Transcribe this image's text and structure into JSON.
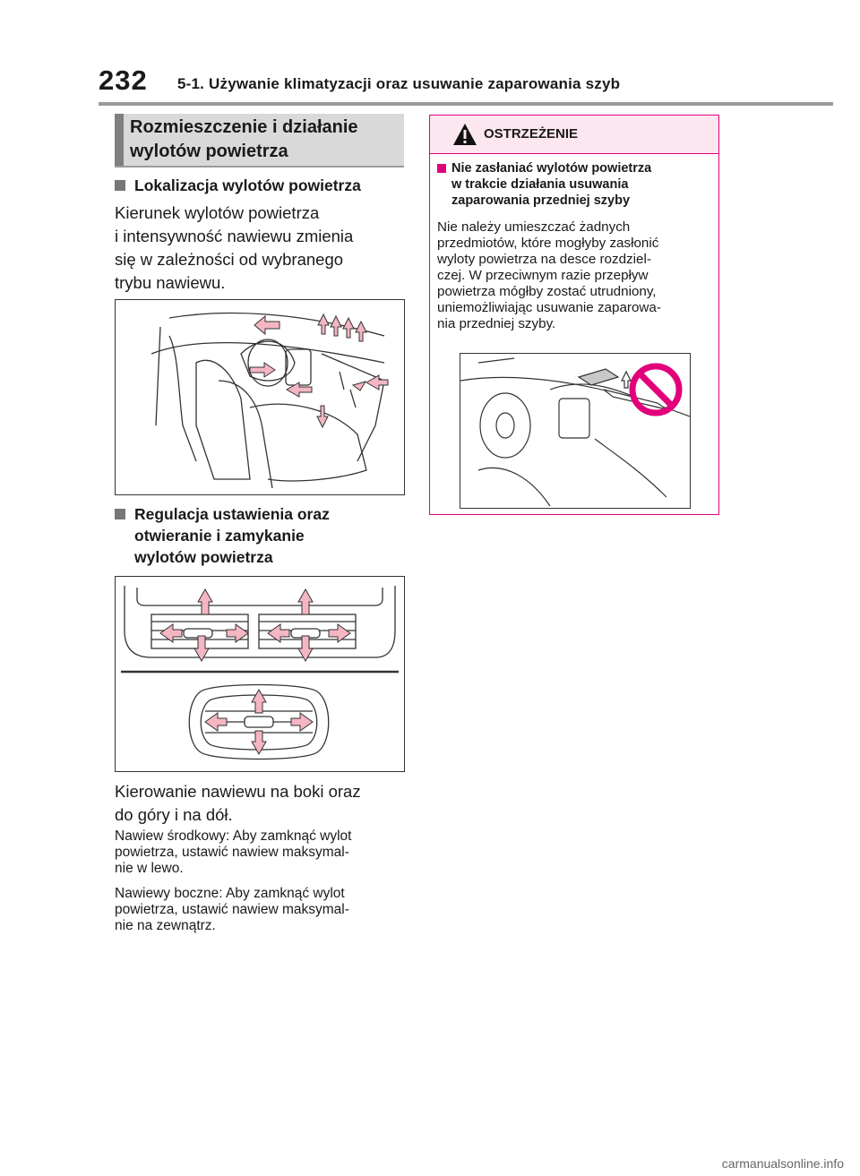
{
  "header": {
    "page_number": "232",
    "chapter": "5-1. Używanie klimatyzacji oraz usuwanie zaparowania szyb"
  },
  "section": {
    "title_line1": "Rozmieszczenie i działanie",
    "title_line2": "wylotów powietrza"
  },
  "location": {
    "heading": "Lokalizacja wylotów powietrza",
    "text_lines": [
      "Kierunek wylotów powietrza",
      "i intensywność nawiewu zmienia",
      "się w zależności od wybranego",
      "trybu nawiewu."
    ]
  },
  "adjust": {
    "heading_lines": [
      "Regulacja ustawienia oraz",
      "otwieranie i zamykanie",
      "wylotów powietrza"
    ],
    "text_lines": [
      "Kierowanie nawiewu na boki oraz",
      "do góry i na dół."
    ],
    "note1_lines": [
      "Nawiew środkowy: Aby zamknąć wylot",
      "powietrza, ustawić nawiew maksymal-",
      "nie w lewo."
    ],
    "note2_lines": [
      "Nawiewy boczne: Aby zamknąć wylot",
      "powietrza, ustawić nawiew maksymal-",
      "nie na zewnątrz."
    ]
  },
  "warning": {
    "title": "OSTRZEŻENIE",
    "sub_lines": [
      "Nie zasłaniać wylotów powietrza",
      "w trakcie działania usuwania",
      "zaparowania przedniej szyby"
    ],
    "body_lines": [
      "Nie należy umieszczać żadnych",
      "przedmiotów, które mogłyby zasłonić",
      "wyloty powietrza na desce rozdziel-",
      "czej. W przeciwnym razie przepływ",
      "powietrza mógłby zostać utrudniony,",
      "uniemożliwiając usuwanie zaparowa-",
      "nia przedniej szyby."
    ]
  },
  "footer": {
    "watermark": "carmanualsonline.info"
  },
  "colors": {
    "accent_magenta": "#e2007a",
    "warning_bg": "#fce6ef",
    "arrow_pink": "#f4b6c2",
    "title_bg": "#d9d9d9"
  }
}
